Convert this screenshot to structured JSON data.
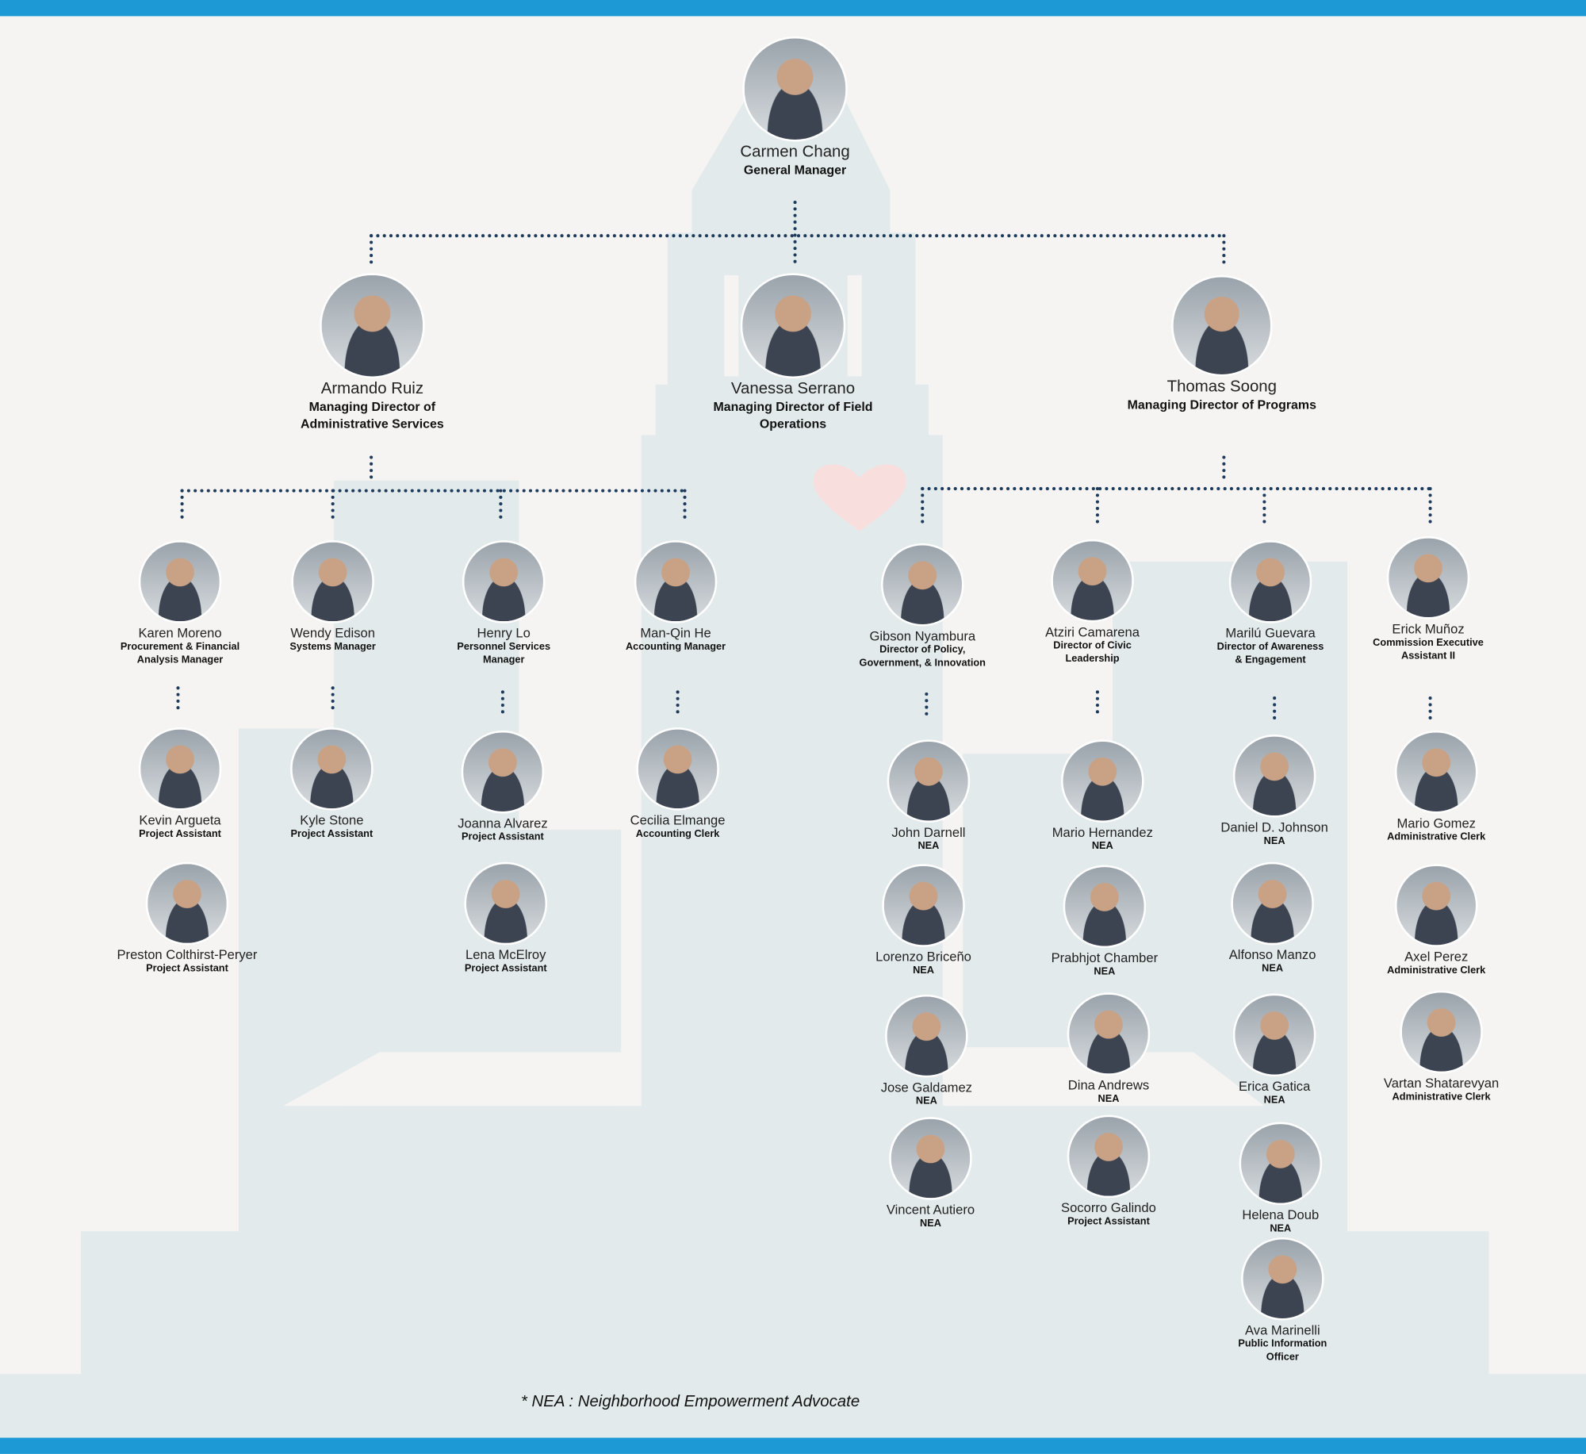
{
  "colors": {
    "accent": "#1d9ad6",
    "building": "#e3eaec",
    "connector": "#1d3b5c",
    "heart": "#f9dede"
  },
  "people": [
    {
      "name": "Carmen Chang",
      "title": "General Manager"
    },
    {
      "name": "Armando Ruiz",
      "title": "Managing Director of Administrative Services"
    },
    {
      "name": "Vanessa Serrano",
      "title": "Managing Director of Field Operations"
    },
    {
      "name": "Thomas Soong",
      "title": "Managing Director of Programs"
    },
    {
      "name": "Karen Moreno",
      "title": "Procurement & Financial Analysis Manager"
    },
    {
      "name": "Wendy Edison",
      "title": "Systems Manager"
    },
    {
      "name": "Henry Lo",
      "title": "Personnel Services Manager"
    },
    {
      "name": "Man-Qin He",
      "title": "Accounting Manager"
    },
    {
      "name": "Gibson Nyambura",
      "title": "Director of Policy, Government, & Innovation"
    },
    {
      "name": "Atziri Camarena",
      "title": "Director of Civic Leadership"
    },
    {
      "name": "Marilú Guevara",
      "title": "Director of Awareness & Engagement"
    },
    {
      "name": "Erick Muñoz",
      "title": "Commission Executive Assistant II"
    },
    {
      "name": "Kevin Argueta",
      "title": "Project Assistant"
    },
    {
      "name": "Preston Colthirst-Peryer",
      "title": "Project Assistant"
    },
    {
      "name": "Kyle Stone",
      "title": "Project Assistant"
    },
    {
      "name": "Joanna Alvarez",
      "title": "Project Assistant"
    },
    {
      "name": "Lena McElroy",
      "title": "Project Assistant"
    },
    {
      "name": "Cecilia Elmange",
      "title": "Accounting Clerk"
    },
    {
      "name": "John Darnell",
      "title": "NEA"
    },
    {
      "name": "Lorenzo Briceño",
      "title": "NEA"
    },
    {
      "name": "Jose Galdamez",
      "title": "NEA"
    },
    {
      "name": "Vincent Autiero",
      "title": "NEA"
    },
    {
      "name": "Mario Hernandez",
      "title": "NEA"
    },
    {
      "name": "Prabhjot Chamber",
      "title": "NEA"
    },
    {
      "name": "Dina Andrews",
      "title": "NEA"
    },
    {
      "name": "Socorro Galindo",
      "title": "Project Assistant"
    },
    {
      "name": "Daniel D. Johnson",
      "title": "NEA"
    },
    {
      "name": "Alfonso Manzo",
      "title": "NEA"
    },
    {
      "name": "Erica Gatica",
      "title": "NEA"
    },
    {
      "name": "Helena Doub",
      "title": "NEA"
    },
    {
      "name": "Ava Marinelli",
      "title": "Public Information Officer"
    },
    {
      "name": "Mario Gomez",
      "title": "Administrative Clerk"
    },
    {
      "name": "Axel Perez",
      "title": "Administrative Clerk"
    },
    {
      "name": "Vartan Shatarevyan",
      "title": "Administrative Clerk"
    }
  ],
  "footnote": "* NEA : Neighborhood Empowerment Advocate"
}
